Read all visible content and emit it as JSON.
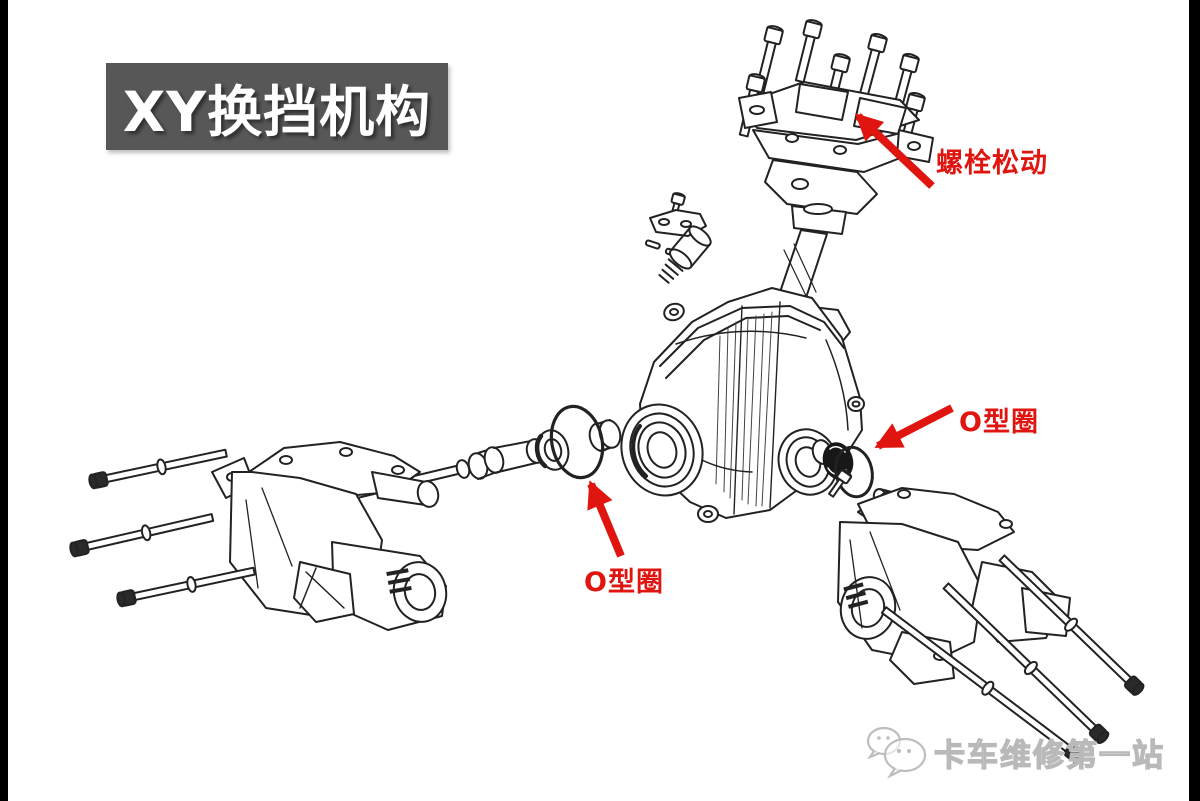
{
  "title_badge": {
    "text": "XY换挡机构"
  },
  "annotations": [
    {
      "id": "bolt-loose",
      "label": "螺栓松动"
    },
    {
      "id": "o-ring-right",
      "label": "O型圈"
    },
    {
      "id": "o-ring-left",
      "label": "O型圈"
    }
  ],
  "watermark": {
    "text": "卡车维修第一站",
    "logo": "wechat-chat-bubbles-icon"
  },
  "colors": {
    "background": "#ffffff",
    "edge_bars": "#000000",
    "title_bg": "#575757",
    "title_text": "#ffffff",
    "annotation_red": "#e0150f",
    "line_art": "#222222",
    "watermark_gray": "#b9b9b9"
  }
}
